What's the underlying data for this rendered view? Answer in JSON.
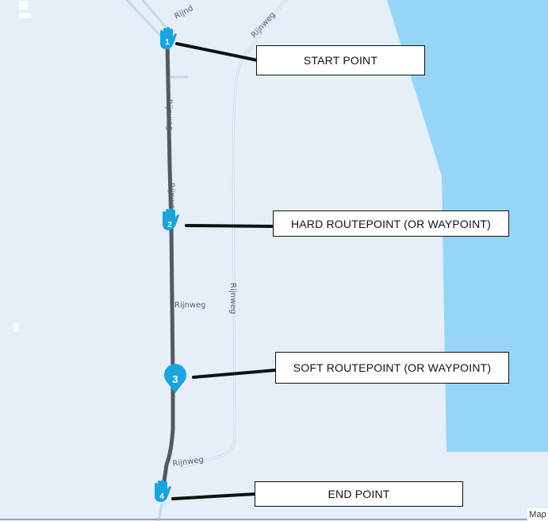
{
  "map": {
    "colors": {
      "land": "#e4eff7",
      "water": "#97d5f7",
      "route": "#55585e",
      "marker": "#1aa3dd",
      "road": "#c7d8e6",
      "leader": "#111111"
    },
    "road_labels": {
      "top_left": "Rijnd",
      "top_right": "Rijnweg",
      "route_upper": "Rijnweg",
      "route_mid": "Rijnwe",
      "right_road": "Rijnweg",
      "route_lower": "Rijnweg",
      "bottom": "Rijnweg"
    },
    "markers": [
      {
        "number": "1",
        "icon": "hand-icon"
      },
      {
        "number": "2",
        "icon": "hand-icon"
      },
      {
        "number": "3",
        "icon": "map-pin-icon"
      },
      {
        "number": "4",
        "icon": "hand-icon"
      }
    ],
    "callouts": {
      "start": "START POINT",
      "hard": "HARD ROUTEPOINT (OR WAYPOINT)",
      "soft": "SOFT ROUTEPOINT (OR WAYPOINT)",
      "end": "END POINT"
    },
    "attribution": "Map"
  }
}
